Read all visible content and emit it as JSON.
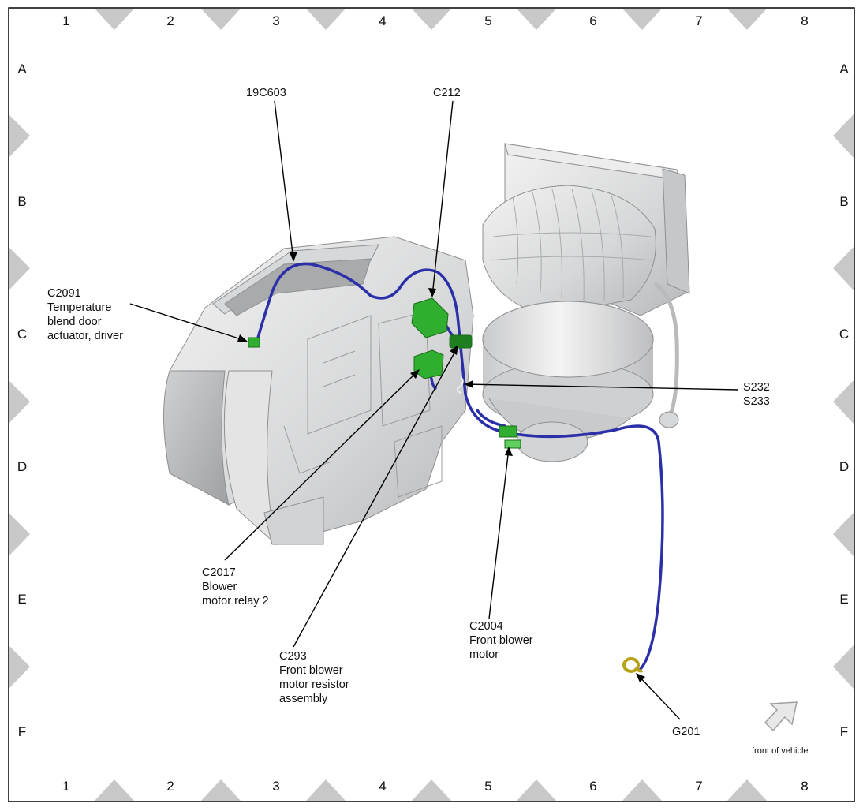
{
  "grid": {
    "columns": [
      "1",
      "2",
      "3",
      "4",
      "5",
      "6",
      "7",
      "8"
    ],
    "rows": [
      "A",
      "B",
      "C",
      "D",
      "E",
      "F"
    ]
  },
  "callouts": {
    "harness_19c603": "19C603",
    "c212": "C212",
    "c2091": [
      "C2091",
      "Temperature",
      "blend door",
      "actuator, driver"
    ],
    "s232_s233": [
      "S232",
      "S233"
    ],
    "c2017": [
      "C2017",
      "Blower",
      "motor relay 2"
    ],
    "c293": [
      "C293",
      "Front blower",
      "motor resistor",
      "assembly"
    ],
    "c2004": [
      "C2004",
      "Front blower",
      "motor"
    ],
    "g201": "G201"
  },
  "orientation": {
    "label": "front of vehicle",
    "icon": "front-arrow-icon"
  },
  "colors": {
    "wiring": "#2b2fa8",
    "connector": "#2fae2f",
    "ground": "#c8b41e",
    "housing": "#d9dadb",
    "frame": "#c8c8c8"
  }
}
